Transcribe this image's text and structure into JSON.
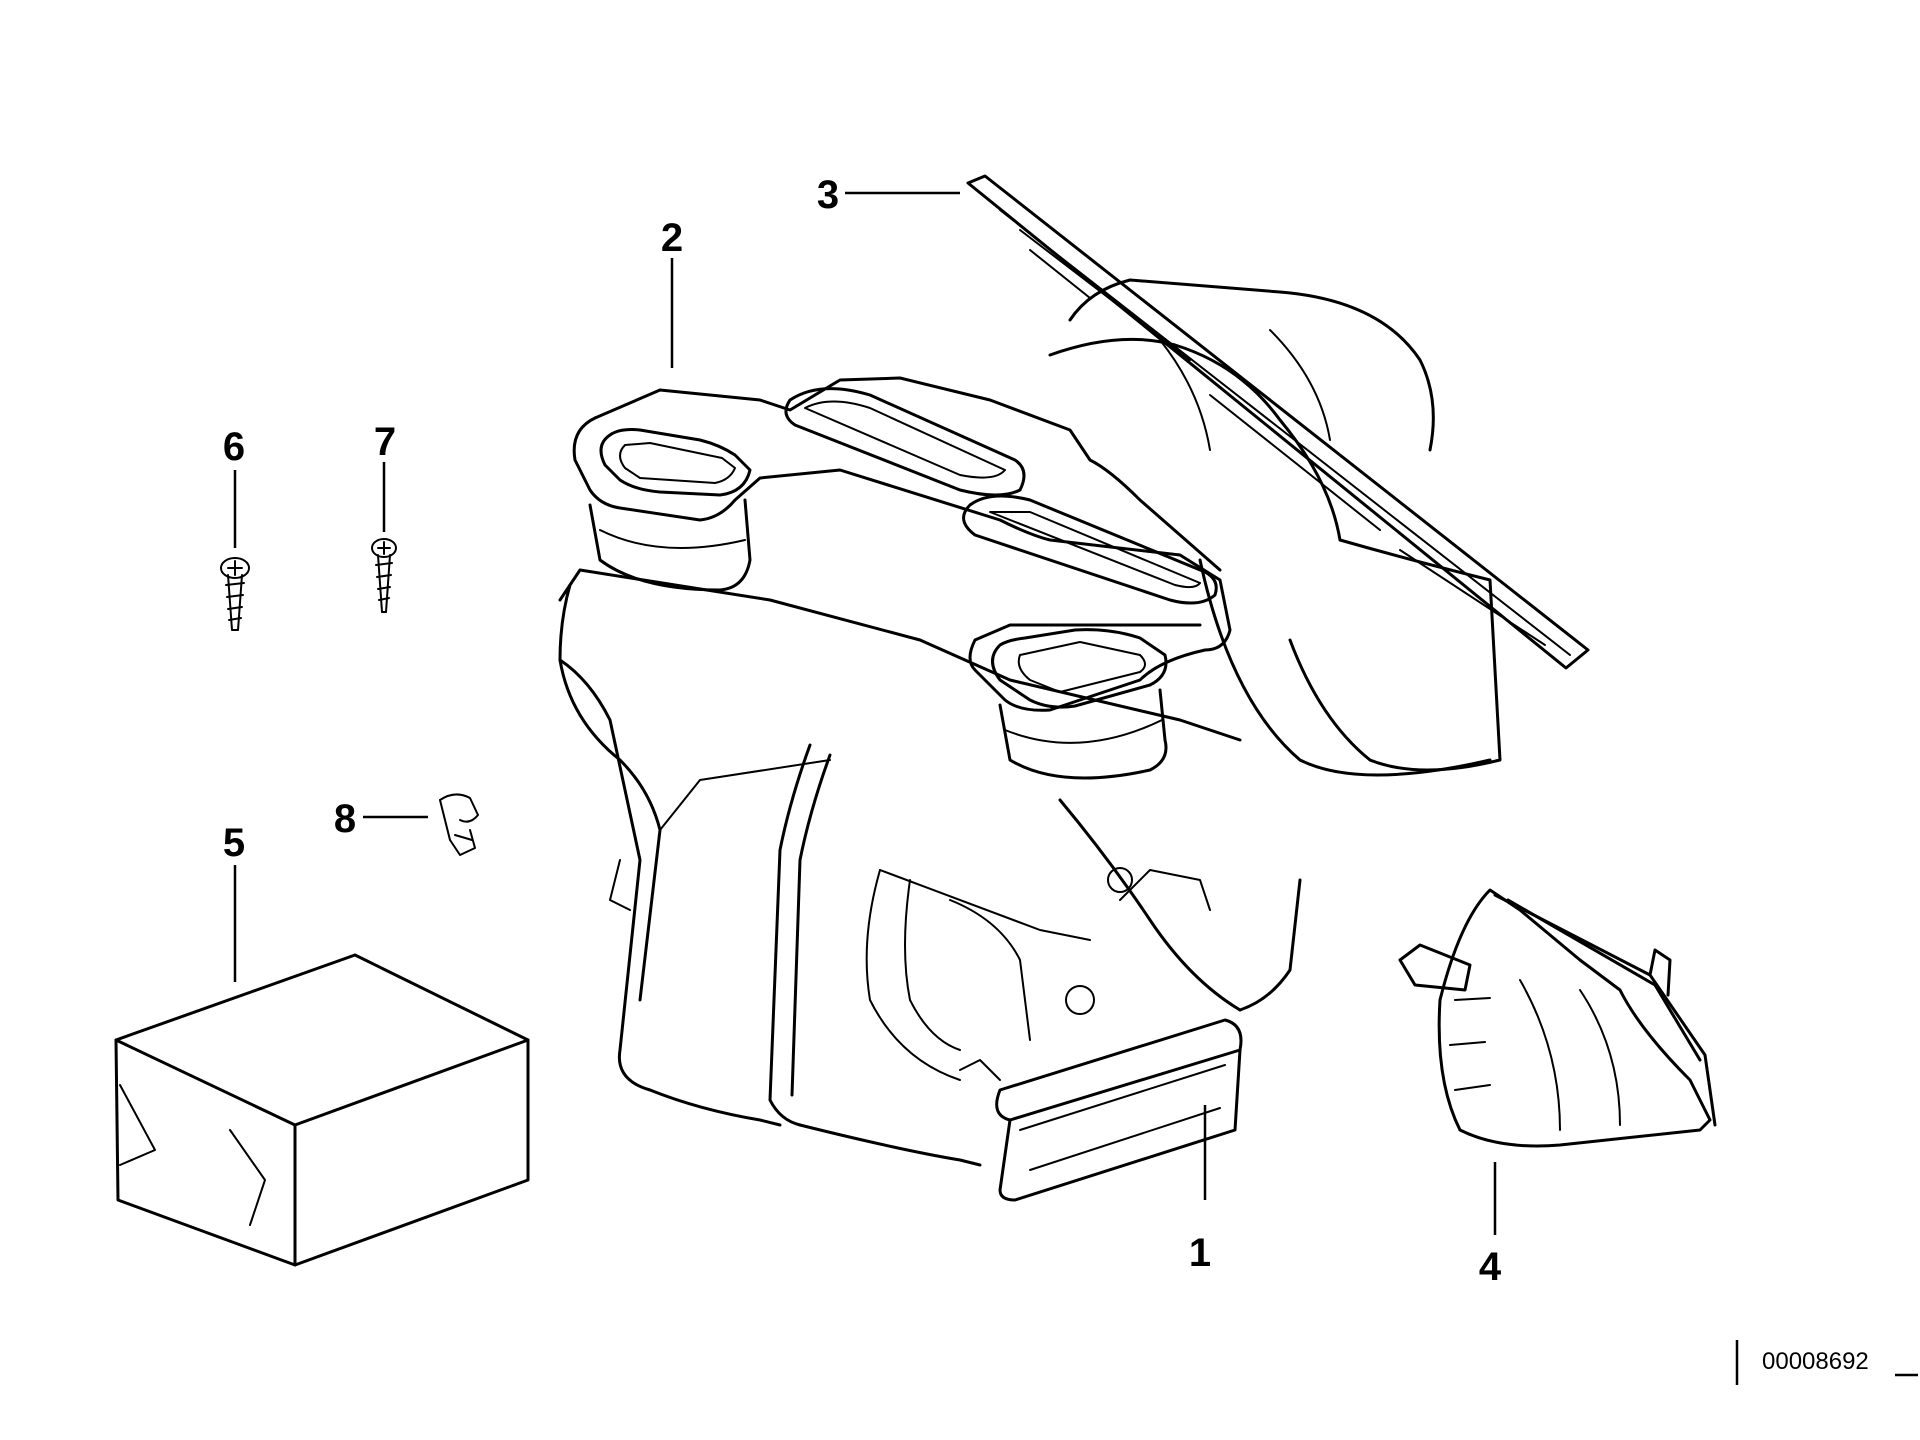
{
  "diagram": {
    "callouts": [
      {
        "id": "1",
        "label": "1"
      },
      {
        "id": "2",
        "label": "2"
      },
      {
        "id": "3",
        "label": "3"
      },
      {
        "id": "4",
        "label": "4"
      },
      {
        "id": "5",
        "label": "5"
      },
      {
        "id": "6",
        "label": "6"
      },
      {
        "id": "7",
        "label": "7"
      },
      {
        "id": "8",
        "label": "8"
      }
    ],
    "document_number": "00008692"
  },
  "colors": {
    "line": "#000000",
    "background": "#ffffff"
  }
}
